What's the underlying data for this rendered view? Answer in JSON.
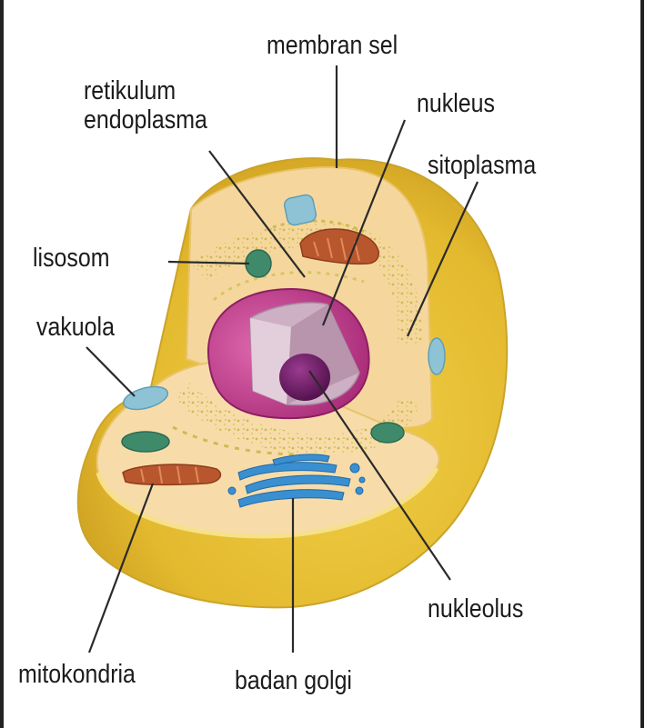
{
  "labels": {
    "membran_sel": "membran sel",
    "retikulum_line1": "retikulum",
    "retikulum_line2": "endoplasma",
    "nukleus": "nukleus",
    "sitoplasma": "sitoplasma",
    "lisosom": "lisosom",
    "vakuola": "vakuola",
    "nukleolus": "nukleolus",
    "mitokondria": "mitokondria",
    "badan_golgi": "badan golgi"
  },
  "colors": {
    "membrane_outer": "#e8c23a",
    "membrane_edge": "#f2d46a",
    "cytoplasm": "#f6d9a0",
    "nucleus_outer": "#c23a8a",
    "nucleus_inner": "#c9a7bf",
    "nucleolus": "#6e1d66",
    "er_speckle": "#d8cf5c",
    "mitochondria": "#b8572e",
    "lysosome": "#3f8a6b",
    "vacuole": "#8ec3d6",
    "golgi": "#3a8fd0",
    "leader_line": "#2a2a2a"
  }
}
